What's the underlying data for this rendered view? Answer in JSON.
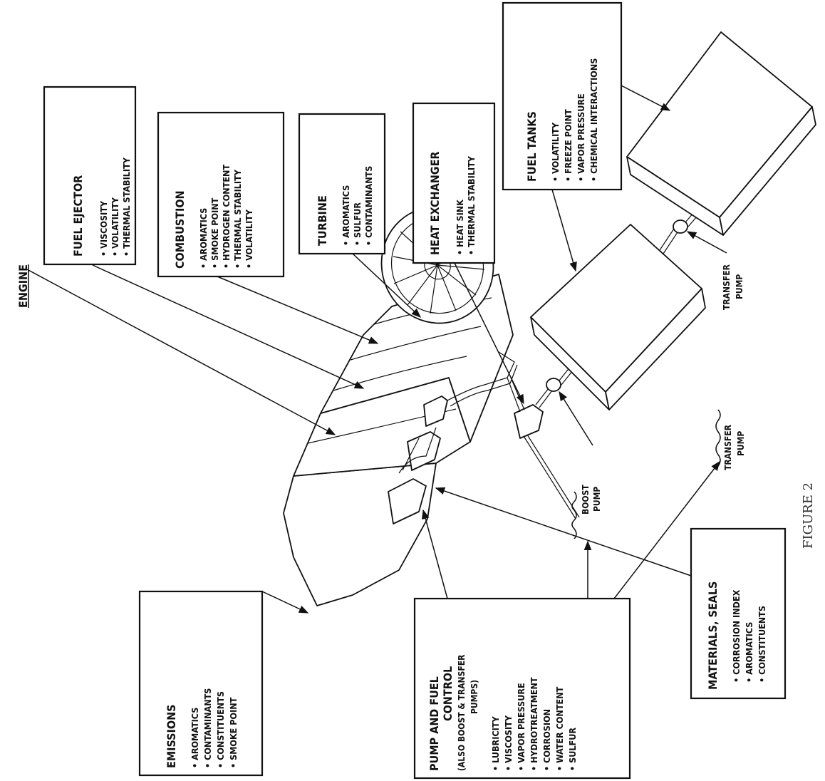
{
  "title": "ENGINE",
  "figure_label": "FIGURE 2",
  "boxes": {
    "fuel_ejector": {
      "title": "FUEL EJECTOR",
      "items": [
        "VISCOSITY",
        "VOLATILITY",
        "THERMAL STABILITY"
      ]
    },
    "combustion": {
      "title": "COMBUSTION",
      "items": [
        "AROMATICS",
        "SMOKE POINT",
        "HYDROGEN CONTENT",
        "THERMAL STABILITY",
        "VOLATILITY"
      ]
    },
    "turbine": {
      "title": "TURBINE",
      "items": [
        "AROMATICS",
        "SULFUR",
        "CONTAMINANTS"
      ]
    },
    "heat_exchanger": {
      "title": "HEAT EXCHANGER",
      "items": [
        "HEAT SINK",
        "THERMAL STABILITY"
      ]
    },
    "fuel_tanks": {
      "title": "FUEL TANKS",
      "items": [
        "VOLATILITY",
        "FREEZE POINT",
        "VAPOR PRESSURE",
        "CHEMICAL INTERACTIONS"
      ]
    },
    "emissions": {
      "title": "EMISSIONS",
      "items": [
        "AROMATICS",
        "CONTAMINANTS",
        "CONSTITUENTS",
        "SMOKE POINT"
      ]
    },
    "pump_fuel_control": {
      "title_lines": [
        "PUMP AND FUEL",
        "CONTROL"
      ],
      "subtitle_lines": [
        "(ALSO BOOST & TRANSFER",
        "PUMPS)"
      ],
      "items": [
        "LUBRICITY",
        "VISCOSITY",
        "VAPOR PRESSURE",
        "HYDROTREATMENT",
        "CORROSION",
        "WATER CONTENT",
        "SULFUR"
      ]
    },
    "materials_seals": {
      "title": "MATERIALS, SEALS",
      "items": [
        "CORROSION INDEX",
        "AROMATICS",
        "CONSTITUENTS"
      ]
    }
  },
  "labels": {
    "boost_pump": [
      "BOOST",
      "PUMP"
    ],
    "transfer_pump_center": [
      "TRANSFER",
      "PUMP"
    ],
    "transfer_pump_left": [
      "TRANSFER",
      "PUMP"
    ]
  }
}
